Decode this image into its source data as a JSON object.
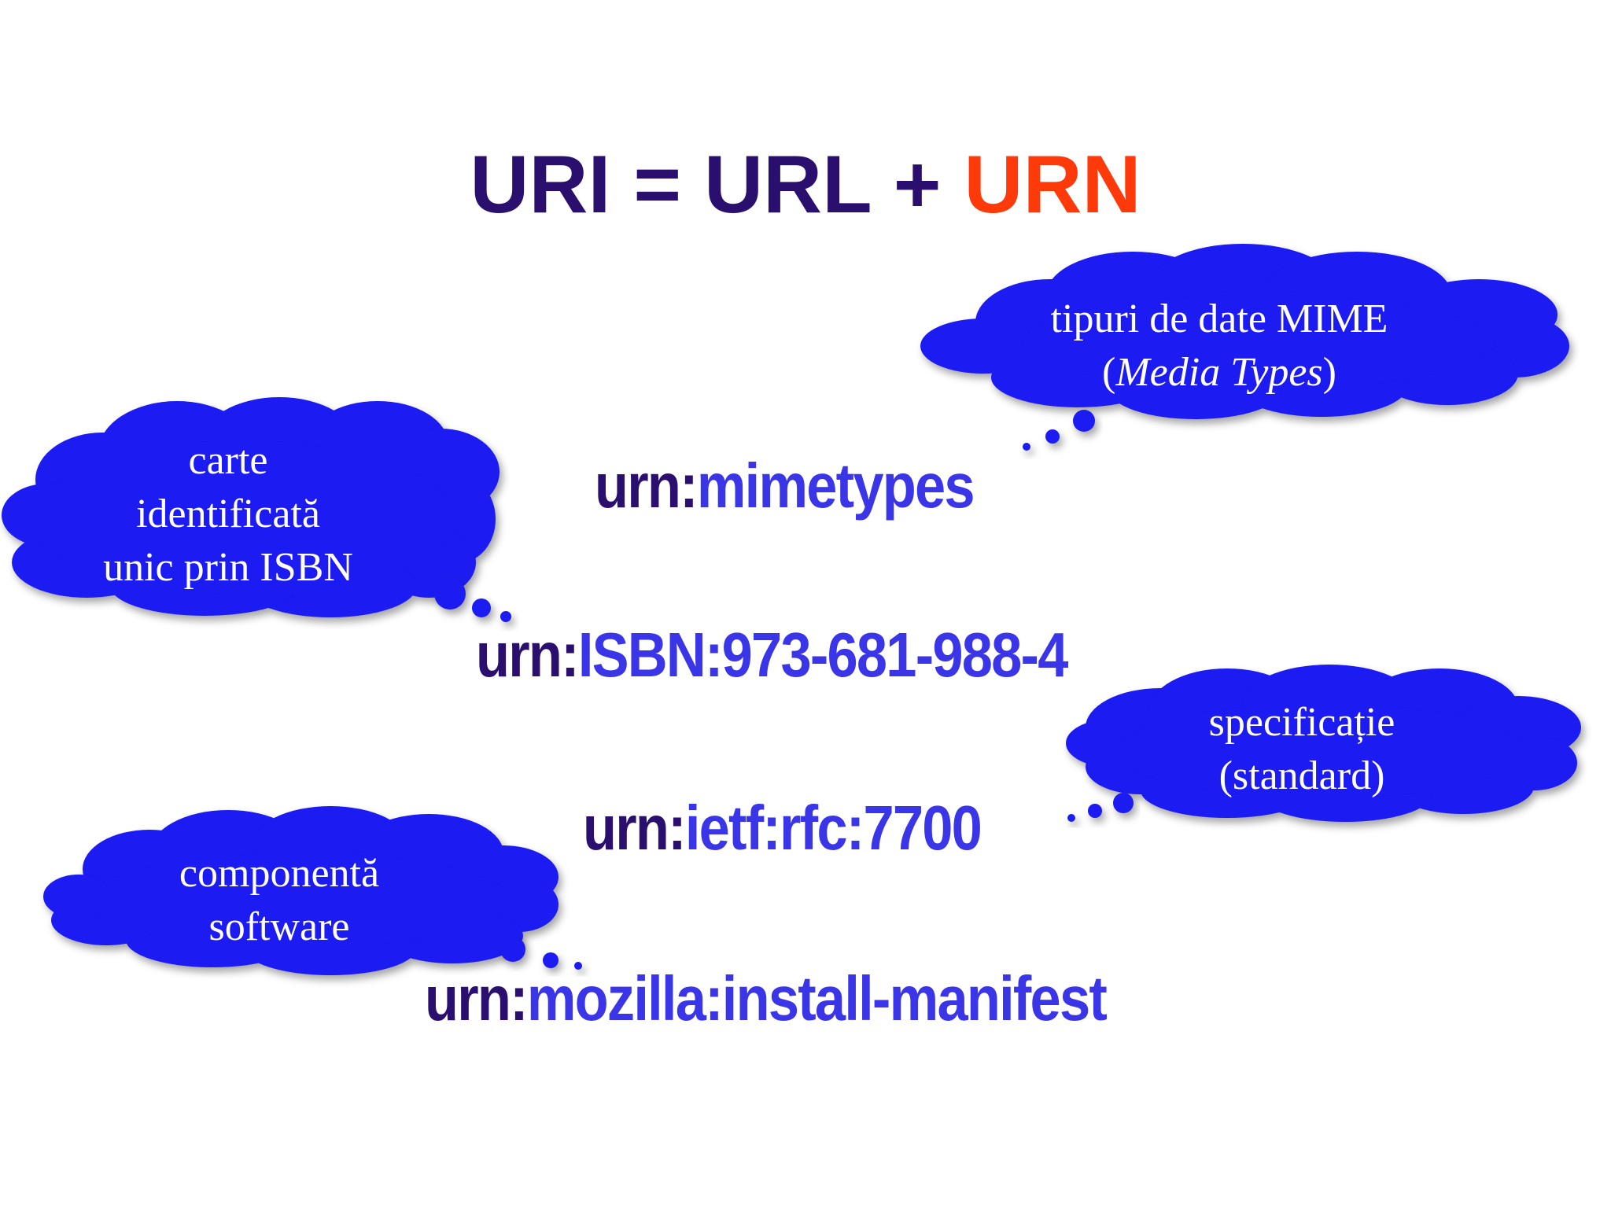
{
  "title": {
    "uri": "URI",
    "eq": " = ",
    "url": "URL",
    "plus": " + ",
    "urn": "URN"
  },
  "colors": {
    "dark": "#2a0f6e",
    "accent": "#ff3a0a",
    "nss": "#3b35e8",
    "cloud": "#1a1af2",
    "cloud_text": "#ffffff"
  },
  "urns": {
    "mimetypes": {
      "prefix": "urn:",
      "nss": "mimetypes"
    },
    "isbn": {
      "prefix": "urn:",
      "nss": "ISBN:973-681-988-4"
    },
    "ietf": {
      "prefix": "urn:",
      "nss": "ietf:rfc:7700"
    },
    "mozilla": {
      "prefix": "urn:",
      "nss": "mozilla:install-manifest"
    }
  },
  "clouds": {
    "mime": {
      "line1": "tipuri de date MIME",
      "line2_open": "(",
      "line2_italic": "Media Types",
      "line2_close": ")"
    },
    "isbn": {
      "line1": "carte",
      "line2": "identificată",
      "line3": "unic prin ISBN"
    },
    "spec": {
      "line1": "specificație",
      "line2": "(standard)"
    },
    "software": {
      "line1": "componentă",
      "line2": "software"
    }
  }
}
